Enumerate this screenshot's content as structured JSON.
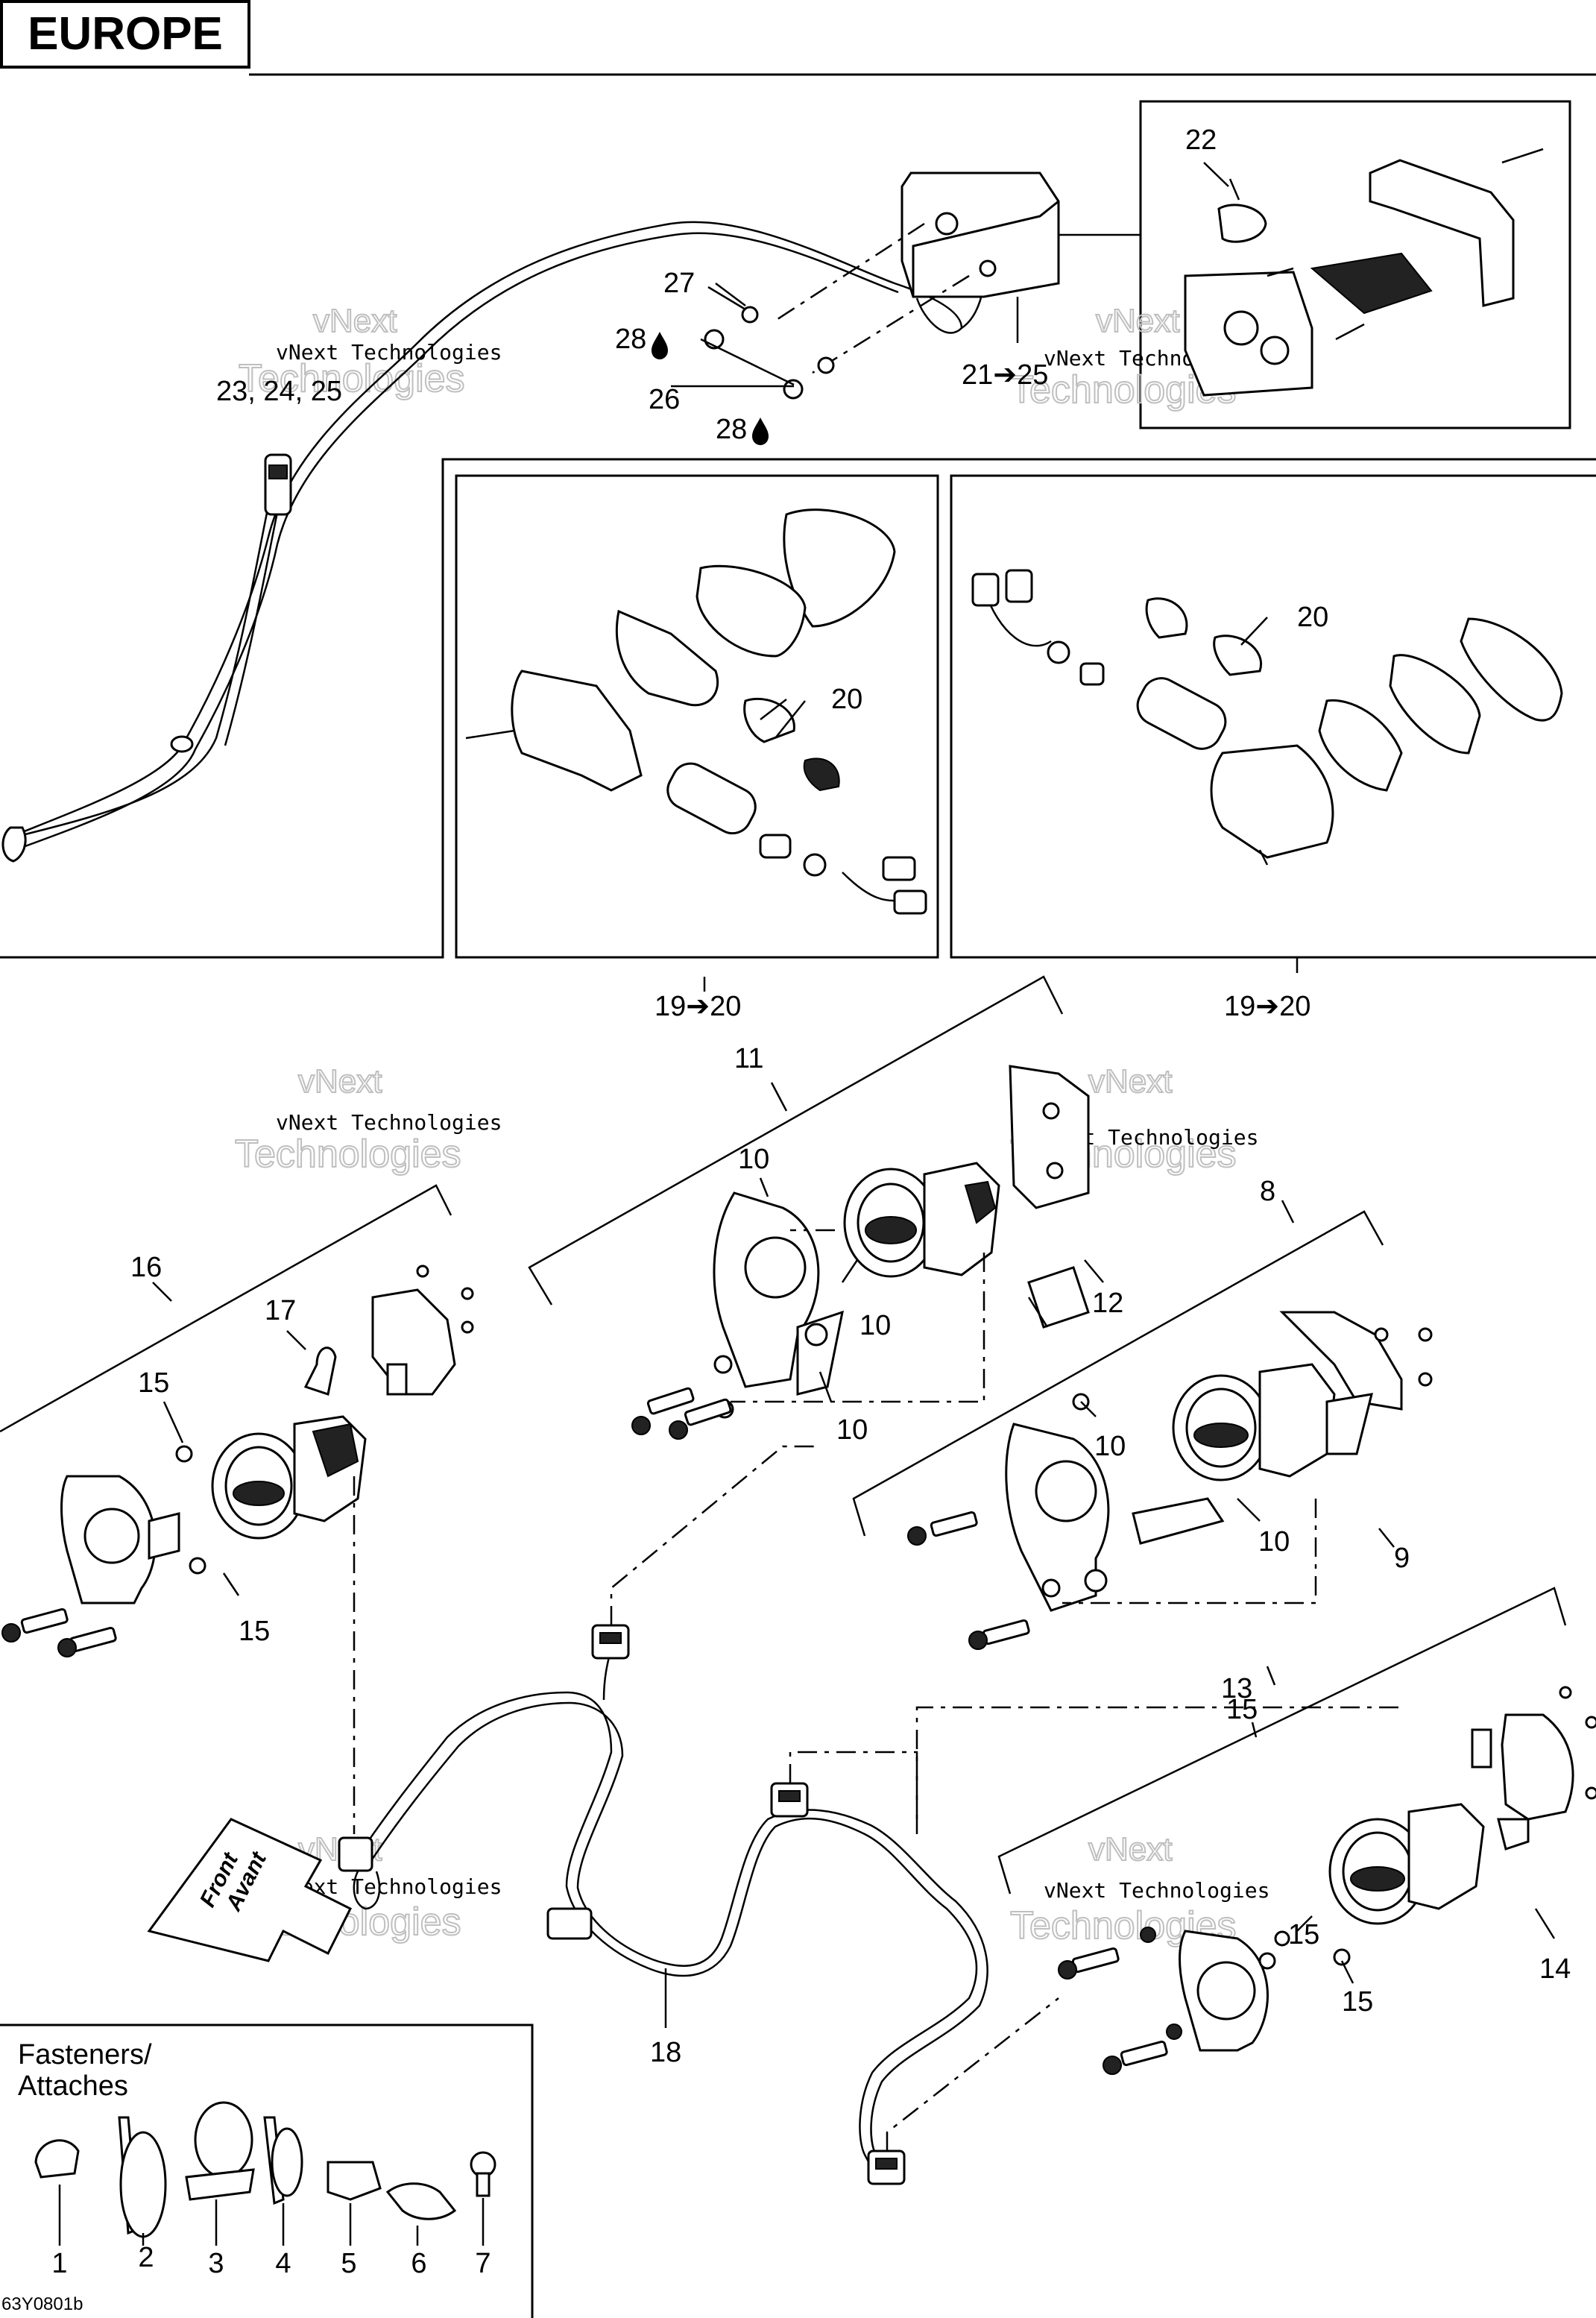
{
  "header": {
    "title": "EUROPE"
  },
  "footer": {
    "code": "63Y0801b"
  },
  "watermark": {
    "line1": "vNext Technologies",
    "big1": "vNext",
    "big2": "Technologies"
  },
  "front_arrow": {
    "line1": "Front",
    "line2": "Avant"
  },
  "fasteners": {
    "title_line1": "Fasteners/",
    "title_line2": "Attaches",
    "items": [
      "1",
      "2",
      "3",
      "4",
      "5",
      "6",
      "7"
    ]
  },
  "callouts": {
    "c22": "22",
    "c27": "27",
    "c28a": "28",
    "c28b": "28",
    "c26": "26",
    "c21_25": "21➔25",
    "c23_25": "23, 24, 25",
    "c20a": "20",
    "c20b": "20",
    "c19_20a": "19➔20",
    "c19_20b": "19➔20",
    "c11": "11",
    "c10a": "10",
    "c10b": "10",
    "c10c": "10",
    "c10d": "10",
    "c10e": "10",
    "c12": "12",
    "c8": "8",
    "c9": "9",
    "c16": "16",
    "c17": "17",
    "c15a": "15",
    "c15b": "15",
    "c15c": "15",
    "c15d": "15",
    "c15e": "15",
    "c13": "13",
    "c14": "14",
    "c18": "18"
  }
}
